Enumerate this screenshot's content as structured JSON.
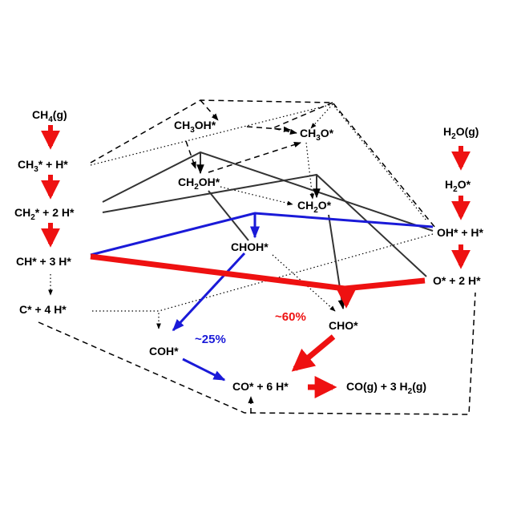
{
  "colors": {
    "main_path": "#ee1111",
    "alt_path": "#1a1ad8",
    "connector": "#333333",
    "dashed": "#000000"
  },
  "species": {
    "ch4g": {
      "pre": "CH",
      "sub": "4",
      "post": "(g)"
    },
    "ch3h": {
      "pre": "CH",
      "sub": "3",
      "post": "* + H*"
    },
    "ch2_2h": {
      "pre": "CH",
      "sub": "2",
      "post": "* + 2 H*"
    },
    "ch_3h": {
      "text": "CH* + 3 H*"
    },
    "c_4h": {
      "text": "C* + 4 H*"
    },
    "ch3oh": {
      "pre": "CH",
      "sub": "3",
      "post": "OH*"
    },
    "ch3o": {
      "pre": "CH",
      "sub": "3",
      "post": "O*"
    },
    "ch2oh": {
      "pre": "CH",
      "sub": "2",
      "post": "OH*"
    },
    "ch2o": {
      "pre": "CH",
      "sub": "2",
      "post": "O*"
    },
    "choh": {
      "text": "CHOH*"
    },
    "coh": {
      "text": "COH*"
    },
    "cho": {
      "text": "CHO*"
    },
    "co_6h": {
      "text": "CO* + 6 H*"
    },
    "co_g": {
      "pre": "CO(g) + 3 H",
      "sub": "2",
      "post": "(g)"
    },
    "h2og": {
      "pre": "H",
      "sub": "2",
      "post": "O(g)"
    },
    "h2o": {
      "pre": "H",
      "sub": "2",
      "post": "O*"
    },
    "oh_h": {
      "text": "OH* + H*"
    },
    "o_2h": {
      "text": "O* + 2 H*"
    }
  },
  "annotations": {
    "pct_cho": "~60%",
    "pct_coh": "~25%"
  }
}
